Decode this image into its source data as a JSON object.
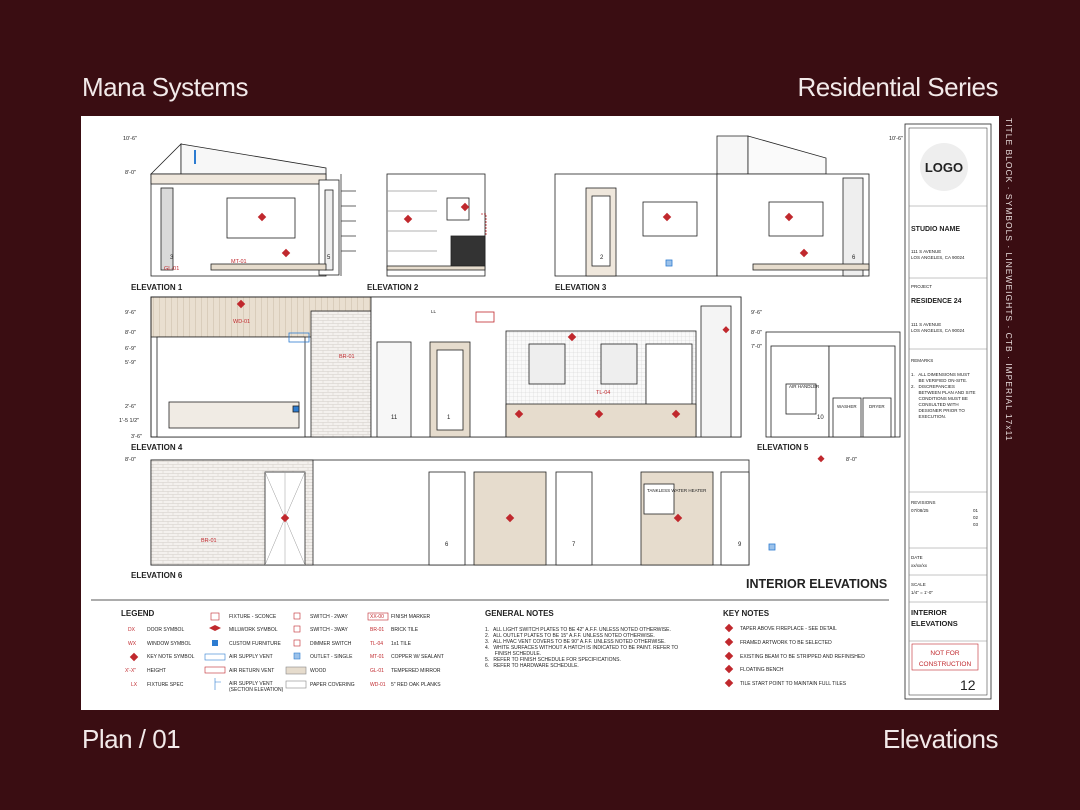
{
  "header": {
    "left": "Mana Systems",
    "right": "Residential Series"
  },
  "footer": {
    "left": "Plan / 01",
    "right": "Elevations"
  },
  "side_text": "TITLE BLOCK  ·  SYMBOLS  ·  LINEWEIGHTS  ·  CTB  ·  IMPERIAL 17x11",
  "drawing": {
    "title": "INTERIOR ELEVATIONS",
    "elevations": [
      "ELEVATION 1",
      "ELEVATION 2",
      "ELEVATION 3",
      "ELEVATION 4",
      "ELEVATION 5",
      "ELEVATION 6"
    ],
    "heights": {
      "h1": "10'-6\"",
      "h2": "8'-0\"",
      "h3": "9'-6\"",
      "h4": "8'-0\"",
      "h5": "6'-9\"",
      "h6": "5'-9\"",
      "h7": "2'-6\"",
      "h8": "1'-5 1/2\"",
      "h9": "3'-6\"",
      "h10": "10'-6\"",
      "h11": "9'-6\"",
      "h12": "8'-0\"",
      "h13": "7'-0\"",
      "h14": "8'-0\"",
      "h15": "8'-0\""
    },
    "tags": {
      "gl": "GL-01",
      "mt": "MT-01",
      "wd": "WD-01",
      "br": "BR-01",
      "tl": "TL-04",
      "br2": "BR-01"
    },
    "fixtures": {
      "ll": "LL",
      "air_handler": "AIR HANDLER",
      "washer": "WASHER",
      "dryer": "DRYER",
      "tankless": "TANKLESS WATER HEATER"
    },
    "nums": [
      "3",
      "2",
      "5",
      "6",
      "11",
      "1",
      "10",
      "6",
      "7",
      "9"
    ]
  },
  "legend": {
    "title": "LEGEND",
    "col1": [
      {
        "sym": "DX",
        "label": "DOOR SYMBOL"
      },
      {
        "sym": "WX",
        "label": "WINDOW SYMBOL"
      },
      {
        "sym": "",
        "label": "KEY NOTE SYMBOL"
      },
      {
        "sym": "X'-X\"",
        "label": "HEIGHT"
      },
      {
        "sym": "LX",
        "label": "FIXTURE SPEC"
      }
    ],
    "col2": [
      "FIXTURE - SCONCE",
      "MILLWORK SYMBOL",
      "CUSTOM FURNITURE",
      "AIR SUPPLY VENT",
      "AIR RETURN VENT",
      "AIR SUPPLY VENT",
      "(SECTION ELEVATION)"
    ],
    "col3": [
      "SWITCH - 2WAY",
      "SWITCH - 3WAY",
      "DIMMER SWITCH",
      "OUTLET - SINGLE",
      "WOOD",
      "PAPER COVERING"
    ],
    "col4": [
      {
        "code": "XX-00",
        "label": "FINISH MARKER"
      },
      {
        "code": "BR-01",
        "label": "BRICK TILE"
      },
      {
        "code": "TL-04",
        "label": "1x1 TILE"
      },
      {
        "code": "MT-01",
        "label": "COPPER W/ SEALANT"
      },
      {
        "code": "GL-01",
        "label": "TEMPERED MIRROR"
      },
      {
        "code": "WD-01",
        "label": "5\" RED OAK PLANKS"
      }
    ]
  },
  "general_notes": {
    "title": "GENERAL NOTES",
    "items": [
      "1.   ALL LIGHT SWITCH PLATES TO BE 42\" A.F.F. UNLESS NOTED OTHERWISE.",
      "2.   ALL OUTLET PLATES TO BE 15\" A.F.F. UNLESS NOTED OTHERWISE.",
      "3.   ALL HVAC VENT COVERS TO BE 90\" A.F.F. UNLESS NOTED OTHERWISE.",
      "4.   WHITE SURFACES WITHOUT A HATCH IS INDICATED TO BE PAINT. REFER TO",
      "       FINISH SCHEDULE.",
      "5.   REFER TO FINISH SCHEDULE FOR SPECIFICATIONS.",
      "6.   REFER TO HARDWARE SCHEDULE."
    ]
  },
  "key_notes": {
    "title": "KEY NOTES",
    "items": [
      "TAPER ABOVE FIREPLACE - SEE DETAIL",
      "FRAMED ARTWORK TO BE SELECTED",
      "EXISTING BEAM TO BE STRIPPED AND REFINISHED",
      "FLOATING BENCH",
      "TILE START POINT TO MAINTAIN FULL TILES"
    ]
  },
  "title_block": {
    "logo": "LOGO",
    "studio_name": "STUDIO NAME",
    "studio_addr1": "111 S AVENUE",
    "studio_addr2": "LOS ANGELES, CA 90024",
    "project_label": "PROJECT",
    "project_name": "RESIDENCE 24",
    "project_addr1": "111 S AVENUE",
    "project_addr2": "LOS ANGELES, CA 90024",
    "remarks_label": "REMARKS",
    "remarks": [
      "1.   ALL DIMENSIONS MUST",
      "      BE VERIFIED ON-SITE.",
      "2.   DISCREPANCIES",
      "      BETWEEN PLAN AND SITE",
      "      CONDITIONS MUST BE",
      "      CONSULTED WITH",
      "      DESIGNER PRIOR TO",
      "      EXECUTION."
    ],
    "revisions_label": "REVISIONS",
    "revision_date": "07/08/25",
    "revision_nums": [
      "01",
      "02",
      "03"
    ],
    "date_label": "DATE",
    "date_value": "xx/xx/xx",
    "scale_label": "SCALE",
    "scale_value": "1/4\" = 1'-0\"",
    "sheet_title1": "INTERIOR",
    "sheet_title2": "ELEVATIONS",
    "stamp1": "NOT FOR",
    "stamp2": "CONSTRUCTION",
    "sheet_number": "12"
  },
  "colors": {
    "background": "#3a0d12",
    "accent": "#c0282d",
    "wood": "#e6dccd",
    "line": "#222222"
  }
}
